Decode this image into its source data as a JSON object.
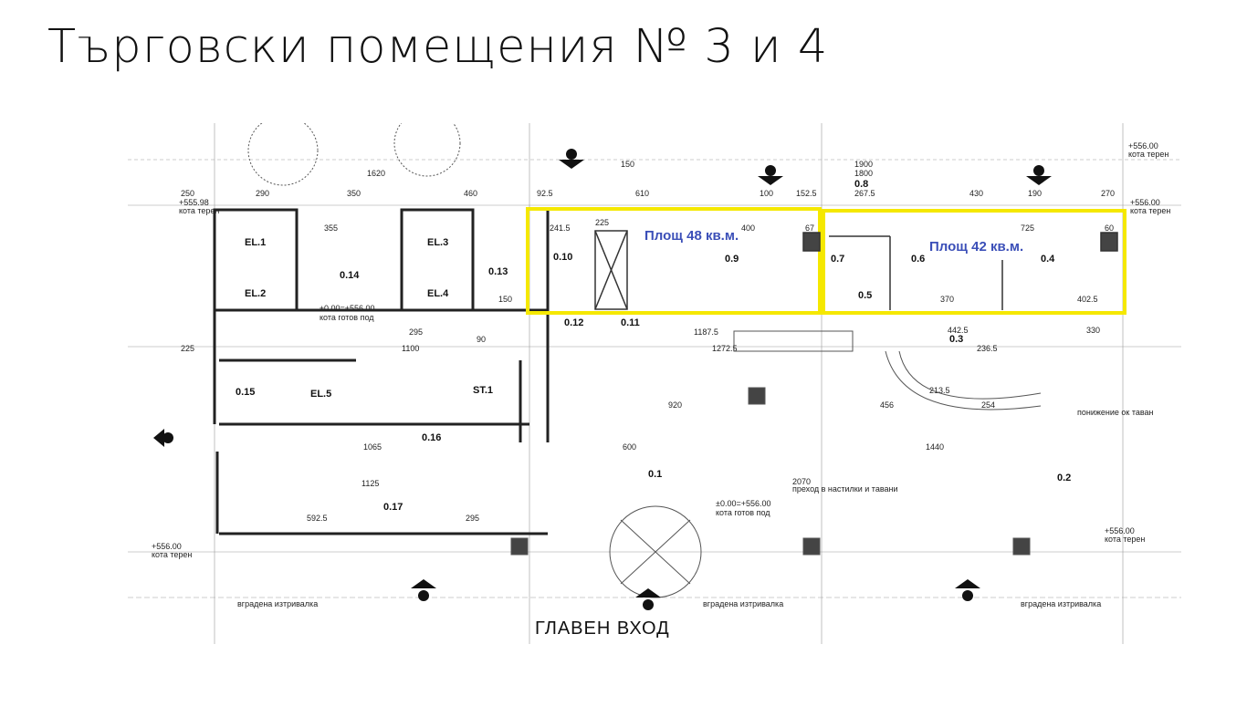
{
  "slide": {
    "title": "Търговски помещения № 3 и 4"
  },
  "plan": {
    "highlight_color": "#f5e800",
    "area_label_color": "#3b4fb8",
    "areas": [
      {
        "label": "Площ 48 кв.м."
      },
      {
        "label": "Площ 42 кв.м."
      }
    ],
    "rooms": [
      "EL.1",
      "EL.2",
      "EL.3",
      "EL.4",
      "EL.5",
      "ST.1",
      "0.1",
      "0.2",
      "0.3",
      "0.4",
      "0.5",
      "0.6",
      "0.7",
      "0.8",
      "0.9",
      "0.10",
      "0.11",
      "0.12",
      "0.13",
      "0.14",
      "0.15",
      "0.16",
      "0.17"
    ],
    "levels": {
      "kota_teren_top_left": "+555.98",
      "kota_teren_top_right": "+556.00",
      "kota_teren_right": "+556.00",
      "kota_teren_bottom_left": "+556.00",
      "kota_teren_bottom_right": "+556.00",
      "kota_teren_label": "кота терен",
      "ready_floor_left": "±0.00=+556.00",
      "ready_floor_center": "±0.00=+556.00",
      "ready_floor_label": "кота готов под"
    },
    "notes": {
      "mat": "вградена изтривалка",
      "transition": "преход в настилки и тавани",
      "ceiling": "понижение ок таван"
    },
    "dims": [
      "1620",
      "250",
      "290",
      "350",
      "460",
      "92.5",
      "610",
      "100",
      "152.5",
      "1900",
      "1800",
      "267.5",
      "430",
      "190",
      "270",
      "150",
      "241.5",
      "225",
      "400",
      "67",
      "725",
      "60",
      "355",
      "295",
      "1100",
      "90",
      "225",
      "150",
      "1187.5",
      "1272.5",
      "1440",
      "2070",
      "920",
      "600",
      "1125",
      "1065",
      "592.5",
      "295",
      "370",
      "402.5",
      "442.5",
      "236.5",
      "330",
      "254",
      "213.5",
      "456"
    ],
    "entrance": "ГЛАВЕН ВХОД"
  }
}
